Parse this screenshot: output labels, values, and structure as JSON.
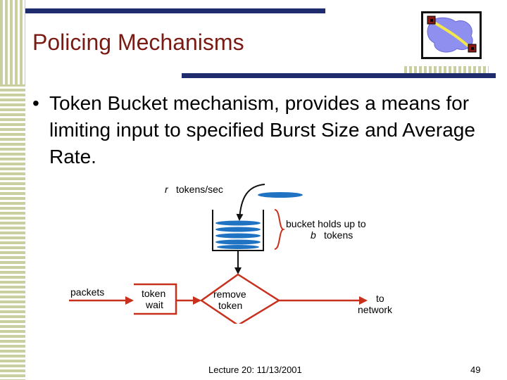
{
  "slide": {
    "title": "Policing Mechanisms",
    "bullet": "Token Bucket mechanism, provides a means for limiting input to specified Burst Size and Average Rate.",
    "bullet_marker": "•",
    "footer": "Lecture 20: 11/13/2001",
    "page_number": "49"
  },
  "diagram": {
    "rate_var": "r",
    "rate_text": "tokens/sec",
    "bucket_line1": "bucket holds up to",
    "bucket_var": "b",
    "bucket_line2_rest": "tokens",
    "packets": "packets",
    "token_wait_line1": "token",
    "token_wait_line2": "wait",
    "remove_line1": "remove",
    "remove_line2": "token",
    "network_line1": "to",
    "network_line2": "network"
  },
  "colors": {
    "title": "#7a1a12",
    "bars": "#1e2c6e",
    "stripe": "#c9cfa0",
    "arrow_red": "#c8301e",
    "token_blue": "#1f73c2"
  }
}
